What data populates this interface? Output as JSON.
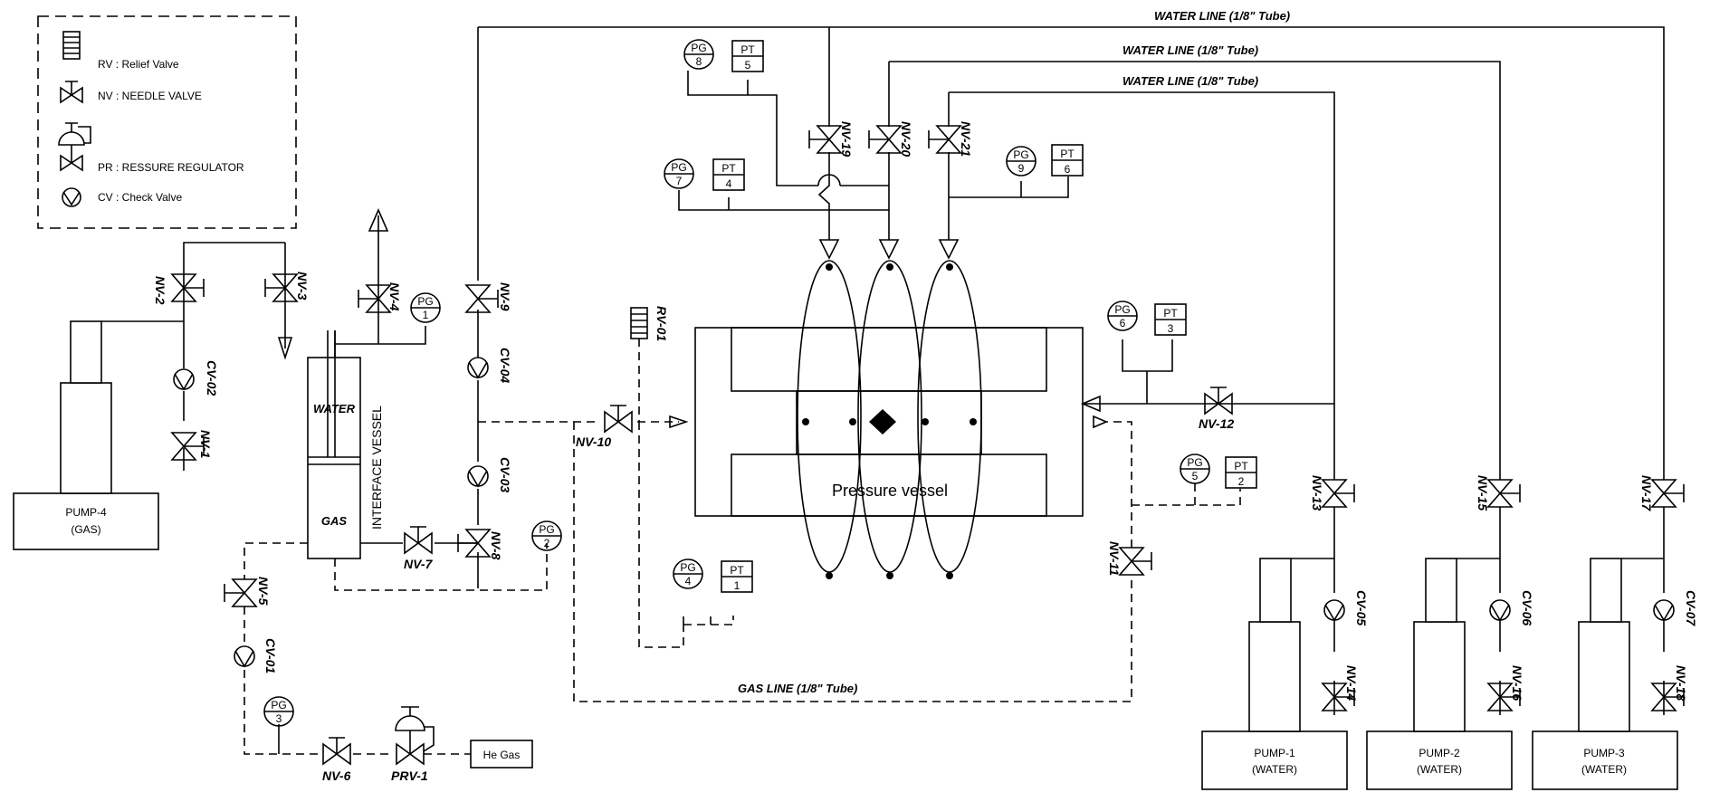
{
  "legend": {
    "rv": "RV : Relief Valve",
    "nv": "NV : NEEDLE VALVE",
    "pr": "PR : RESSURE REGULATOR",
    "cv": "CV : Check Valve"
  },
  "water_lines": [
    "WATER LINE (1/8\" Tube)",
    "WATER LINE (1/8\" Tube)",
    "WATER LINE (1/8\" Tube)"
  ],
  "gas_line": "GAS LINE (1/8\" Tube)",
  "vessel": {
    "title": "INTERFACE VESSEL",
    "water": "WATER",
    "gas": "GAS"
  },
  "pressure_vessel": "Pressure vessel",
  "pumps": {
    "p4": [
      "PUMP-4",
      "(GAS)"
    ],
    "p1": [
      "PUMP-1",
      "(WATER)"
    ],
    "p2": [
      "PUMP-2",
      "(WATER)"
    ],
    "p3": [
      "PUMP-3",
      "(WATER)"
    ]
  },
  "he_gas": "He Gas",
  "valves": {
    "nv1": "NV-1",
    "nv2": "NV-2",
    "nv3": "NV-3",
    "nv4": "NV-4",
    "nv5": "NV-5",
    "nv6": "NV-6",
    "nv7": "NV-7",
    "nv8": "NV-8",
    "nv9": "NV-9",
    "nv10": "NV-10",
    "nv11": "NV-11",
    "nv12": "NV-12",
    "nv13": "NV-13",
    "nv14": "NV-14",
    "nv15": "NV-15",
    "nv16": "NV-16",
    "nv17": "NV-17",
    "nv18": "NV-18",
    "nv19": "NV-19",
    "nv20": "NV-20",
    "nv21": "NV-21",
    "prv1": "PRV-1",
    "rv01": "RV-01",
    "cv01": "CV-01",
    "cv02": "CV-02",
    "cv03": "CV-03",
    "cv04": "CV-04",
    "cv05": "CV-05",
    "cv06": "CV-06",
    "cv07": "CV-07"
  },
  "gauges": {
    "pg_label": "PG",
    "pt_label": "PT",
    "pg1": "1",
    "pg2": "2",
    "pg3": "3",
    "pg4": "4",
    "pg5": "5",
    "pg6": "6",
    "pg7": "7",
    "pg8": "8",
    "pg9": "9",
    "pt1": "1",
    "pt2": "2",
    "pt3": "3",
    "pt4": "4",
    "pt5": "5",
    "pt6": "6"
  }
}
